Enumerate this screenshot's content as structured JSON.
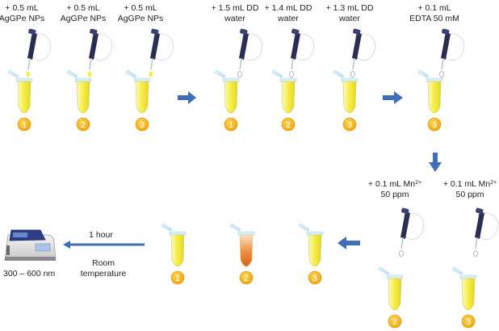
{
  "row1": {
    "steps": [
      {
        "line1": "+ 0.5 mL",
        "line2": "AgGPe NPs",
        "number": "1"
      },
      {
        "line1": "+ 0.5 mL",
        "line2": "AgGPe NPs",
        "number": "2"
      },
      {
        "line1": "+ 0.5 mL",
        "line2": "AgGPe NPs",
        "number": "3"
      }
    ]
  },
  "row2": {
    "steps": [
      {
        "line1": "+ 1.5 mL DD",
        "line2": "water",
        "number": "1"
      },
      {
        "line1": "+ 1.4 mL DD",
        "line2": "water",
        "number": "2"
      },
      {
        "line1": "+ 1.3 mL DD",
        "line2": "water",
        "number": "3"
      }
    ]
  },
  "edta_step": {
    "line1": "+ 0.1 mL",
    "line2": "EDTA 50 mM",
    "number": "3"
  },
  "mn_steps": [
    {
      "line1": "+ 0.1 mL Mn",
      "sup": "2+",
      "line2": "50 ppm",
      "number": "2"
    },
    {
      "line1": "+ 0.1 mL Mn",
      "sup": "2+",
      "line2": "50 ppm",
      "number": "3"
    }
  ],
  "final_tubes": [
    {
      "number": "1",
      "color": "#f6ee4a"
    },
    {
      "number": "2",
      "color": "#e4782e"
    },
    {
      "number": "3",
      "color": "#f6ee4a"
    }
  ],
  "incubation": {
    "time": "1 hour",
    "condition_line1": "Room",
    "condition_line2": "temperature"
  },
  "spectrophotometer": {
    "range": "300 – 600 nm"
  },
  "colors": {
    "solution_yellow": "#f6ee4a",
    "solution_orange": "#e4782e",
    "badge_gold": "#f2b21b",
    "arrow_blue": "#3f6fb5",
    "pipette_dark": "#2a2e52"
  }
}
